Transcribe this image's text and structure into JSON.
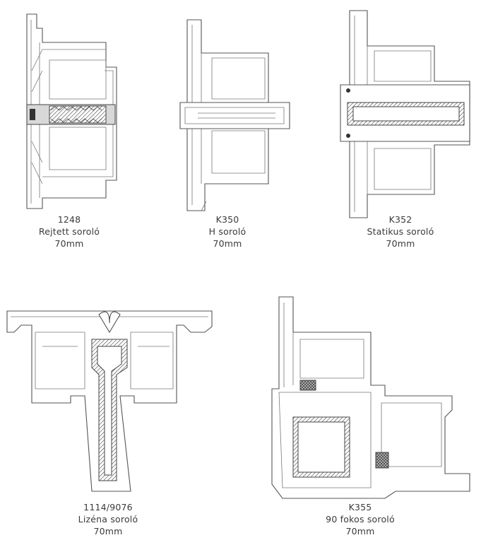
{
  "profiles": [
    {
      "code": "1248",
      "name": "Rejtett soroló",
      "size": "70mm"
    },
    {
      "code": "K350",
      "name": "H soroló",
      "size": "70mm"
    },
    {
      "code": "K352",
      "name": "Statikus soroló",
      "size": "70mm"
    },
    {
      "code": "1114/9076",
      "name": "Lizéna soroló",
      "size": "70mm"
    },
    {
      "code": "K355",
      "name": "90 fokos soroló",
      "size": "70mm"
    }
  ]
}
